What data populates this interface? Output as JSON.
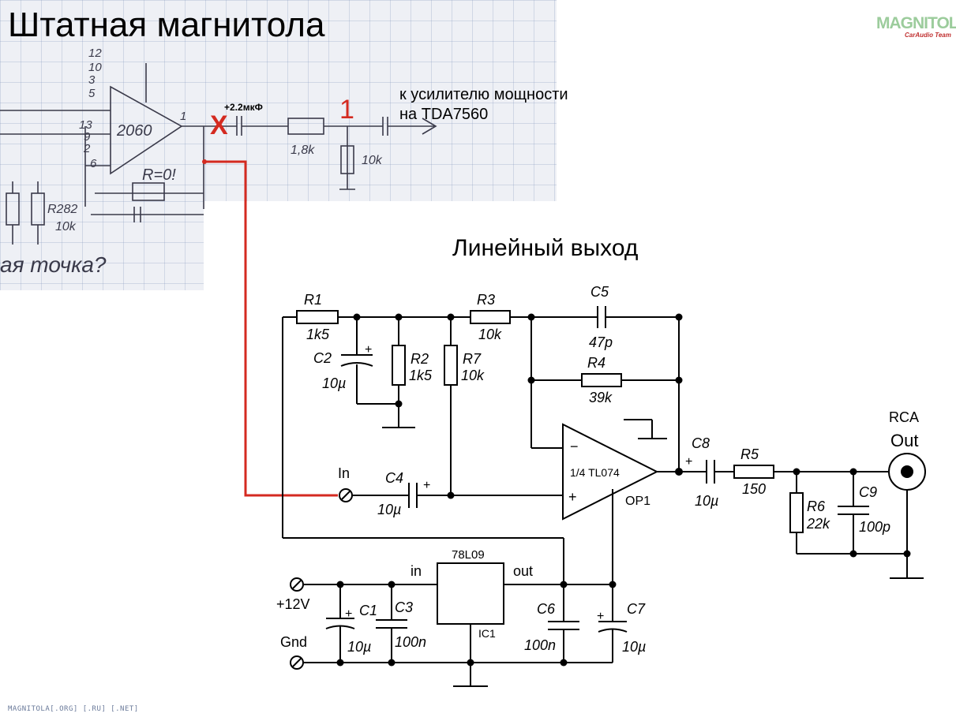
{
  "title": "Штатная магнитола",
  "logo": {
    "main": "MAGNITOLA",
    "sub": "CarAudio Team"
  },
  "footer": "MAGNITOLA[.ORG] [.RU] [.NET]",
  "sketch": {
    "chip": "2060",
    "pins_top": [
      "12",
      "10",
      "3",
      "5"
    ],
    "pins_side": [
      "13",
      "9",
      "2",
      "6"
    ],
    "pin_out": "1",
    "r_note": "R=0!",
    "r_left": "R282",
    "r_left_val": "10k",
    "r_mid": "1,8k",
    "r_right": "10k",
    "bottom_note": "ая точка?",
    "cap_label": "+2.2мкФ",
    "cut_mark": "X",
    "point_mark": "1"
  },
  "note": {
    "line1": "к усилителю мощности",
    "line2": "на  TDA7560"
  },
  "schematic": {
    "title": "Линейный выход",
    "R1": "R1",
    "R1v": "1k5",
    "R2": "R2",
    "R2v": "1k5",
    "R3": "R3",
    "R3v": "10k",
    "R4": "R4",
    "R4v": "39k",
    "R5": "R5",
    "R5v": "150",
    "R6": "R6",
    "R6v": "22k",
    "R7": "R7",
    "R7v": "10k",
    "C1": "C1",
    "C1v": "10µ",
    "C2": "C2",
    "C2v": "10µ",
    "C3": "C3",
    "C3v": "100n",
    "C4": "C4",
    "C4v": "10µ",
    "C5": "C5",
    "C5v": "47p",
    "C6": "C6",
    "C6v": "100n",
    "C7": "C7",
    "C7v": "10µ",
    "C8": "C8",
    "C8v": "10µ",
    "C9": "C9",
    "C9v": "100p",
    "opamp": "1/4 TL074",
    "op_name": "OP1",
    "minus": "−",
    "plus": "+",
    "in_label": "In",
    "rca1": "RCA",
    "rca2": "Out",
    "reg": "78L09",
    "reg_in": "in",
    "reg_out": "out",
    "ic": "IC1",
    "v12": "+12V",
    "gnd": "Gnd"
  },
  "colors": {
    "red_wire": "#d42a20",
    "mark_red": "#d42a20",
    "ink": "#000000",
    "pencil": "#3a3a4a"
  }
}
